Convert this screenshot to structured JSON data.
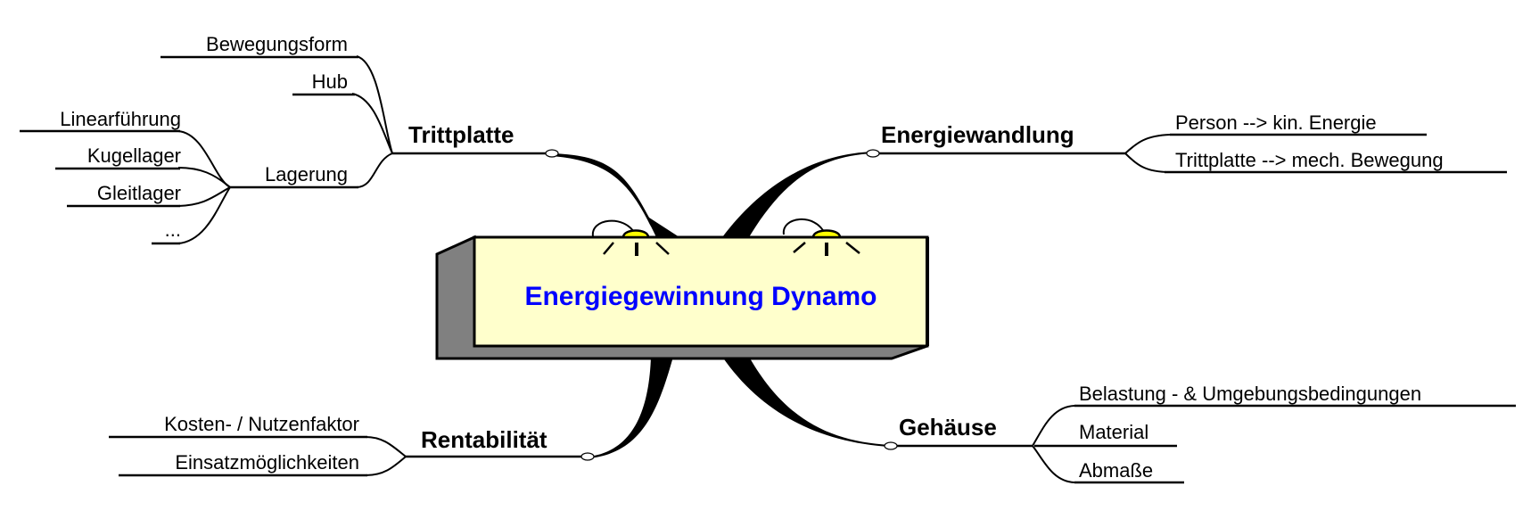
{
  "central": {
    "title": "Energiegewinnung Dynamo",
    "text_color": "#0000ff",
    "box_fill": "#ffffcc",
    "side_fill": "#808080",
    "bulb_color": "#ffff00",
    "bulb_icon": "light-bulb-icon"
  },
  "branches": {
    "trittplatte": {
      "label": "Trittplatte",
      "children": [
        "Bewegungsform",
        "Hub",
        "Lagerung"
      ],
      "lagerung": {
        "label": "Lagerung",
        "children": [
          "Linearführung",
          "Kugellager",
          "Gleitlager",
          "..."
        ]
      }
    },
    "energiewandlung": {
      "label": "Energiewandlung",
      "children": [
        "Person --> kin. Energie",
        "Trittplatte --> mech. Bewegung"
      ]
    },
    "rentabilitaet": {
      "label": "Rentabilität",
      "children": [
        "Kosten- / Nutzenfaktor",
        "Einsatzmöglichkeiten"
      ]
    },
    "gehaeuse": {
      "label": "Gehäuse",
      "children": [
        "Belastung - & Umgebungsbedingungen",
        "Material",
        "Abmaße"
      ]
    }
  }
}
